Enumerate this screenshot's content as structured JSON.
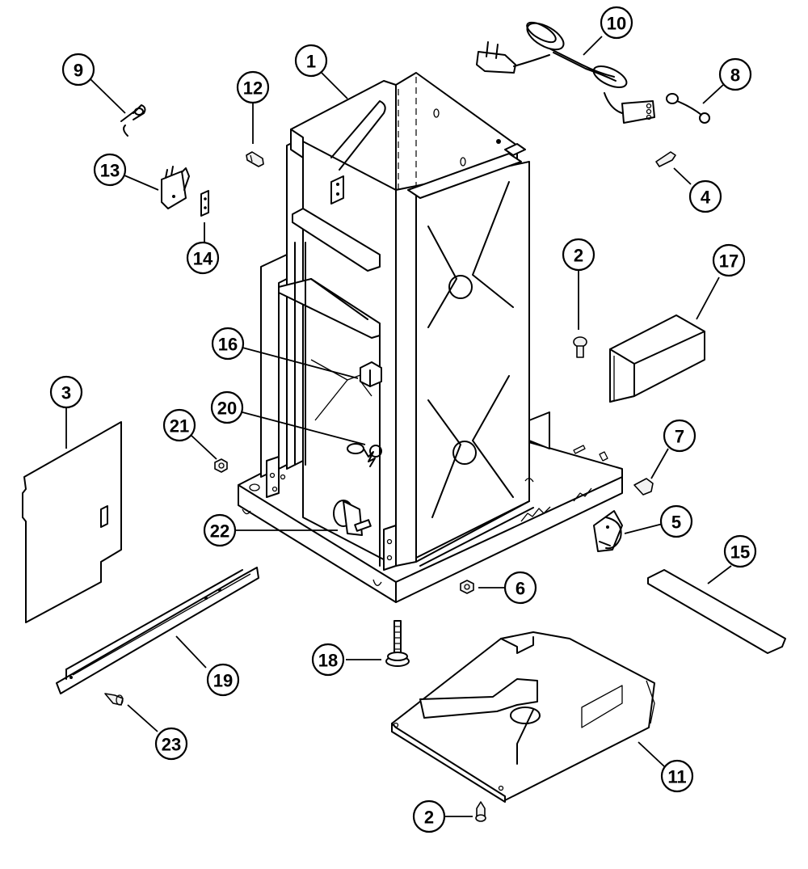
{
  "diagram": {
    "type": "exploded-parts-diagram",
    "colors": {
      "line": "#000000",
      "background": "#ffffff"
    },
    "callouts": [
      {
        "id": "1",
        "label": "1"
      },
      {
        "id": "2a",
        "label": "2"
      },
      {
        "id": "2b",
        "label": "2"
      },
      {
        "id": "3",
        "label": "3"
      },
      {
        "id": "4",
        "label": "4"
      },
      {
        "id": "5",
        "label": "5"
      },
      {
        "id": "6",
        "label": "6"
      },
      {
        "id": "7",
        "label": "7"
      },
      {
        "id": "8",
        "label": "8"
      },
      {
        "id": "9",
        "label": "9"
      },
      {
        "id": "10",
        "label": "10"
      },
      {
        "id": "11",
        "label": "11"
      },
      {
        "id": "12",
        "label": "12"
      },
      {
        "id": "13",
        "label": "13"
      },
      {
        "id": "14",
        "label": "14"
      },
      {
        "id": "15",
        "label": "15"
      },
      {
        "id": "16",
        "label": "16"
      },
      {
        "id": "17",
        "label": "17"
      },
      {
        "id": "18",
        "label": "18"
      },
      {
        "id": "19",
        "label": "19"
      },
      {
        "id": "20",
        "label": "20"
      },
      {
        "id": "21",
        "label": "21"
      },
      {
        "id": "22",
        "label": "22"
      },
      {
        "id": "23",
        "label": "23"
      }
    ]
  }
}
